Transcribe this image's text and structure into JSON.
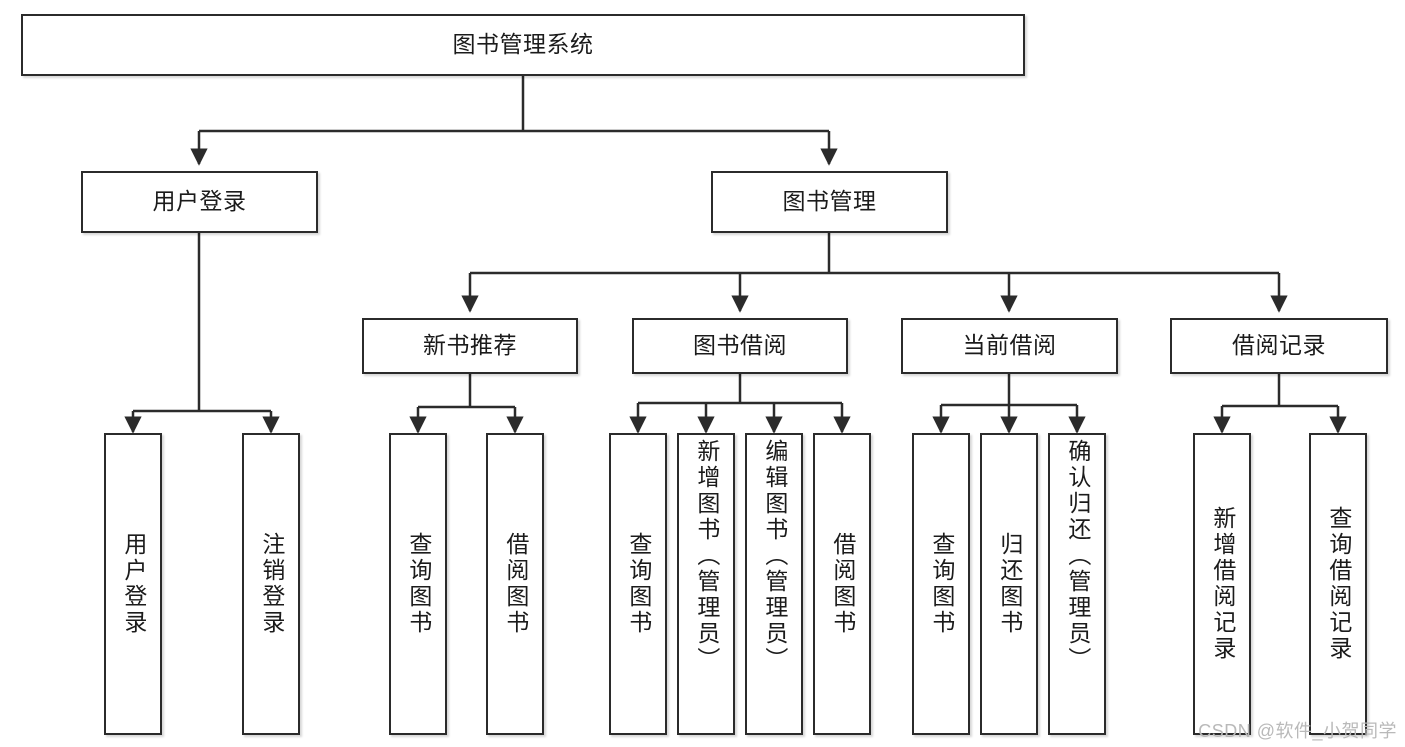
{
  "diagram": {
    "title": "图书管理系统",
    "type": "tree-hierarchy-diagram",
    "colors": {
      "background": "#ffffff",
      "box_border": "#2b2b2b",
      "box_fill": "#ffffff",
      "text": "#1b1b1b",
      "watermark": "#b9b9b9"
    },
    "watermark": "CSDN @软件_小贺同学"
  },
  "nodes": {
    "root": {
      "label": "图书管理系统"
    },
    "level2": [
      {
        "id": "user-login",
        "label": "用户登录"
      },
      {
        "id": "book-management",
        "label": "图书管理"
      }
    ],
    "level3": [
      {
        "id": "new-book-recommend",
        "label": "新书推荐"
      },
      {
        "id": "book-borrow",
        "label": "图书借阅"
      },
      {
        "id": "current-borrow",
        "label": "当前借阅"
      },
      {
        "id": "borrow-record",
        "label": "借阅记录"
      }
    ],
    "leaves": {
      "user_login": [
        {
          "id": "leaf-user-login",
          "label": "用户登录"
        },
        {
          "id": "leaf-logout-login",
          "label": "注销登录"
        }
      ],
      "new_book_recommend": [
        {
          "id": "leaf-query-book-1",
          "label": "查询图书"
        },
        {
          "id": "leaf-borrow-book-1",
          "label": "借阅图书"
        }
      ],
      "book_borrow": [
        {
          "id": "leaf-query-book-2",
          "label": "查询图书"
        },
        {
          "id": "leaf-add-book",
          "label": "新增图书（管理员）"
        },
        {
          "id": "leaf-edit-book",
          "label": "编辑图书（管理员）"
        },
        {
          "id": "leaf-borrow-book-2",
          "label": "借阅图书"
        }
      ],
      "current_borrow": [
        {
          "id": "leaf-query-book-3",
          "label": "查询图书"
        },
        {
          "id": "leaf-return-book",
          "label": "归还图书"
        },
        {
          "id": "leaf-confirm-return",
          "label": "确认归还（管理员）"
        }
      ],
      "borrow_record": [
        {
          "id": "leaf-add-record",
          "label": "新增借阅记录"
        },
        {
          "id": "leaf-query-record",
          "label": "查询借阅记录"
        }
      ]
    }
  }
}
